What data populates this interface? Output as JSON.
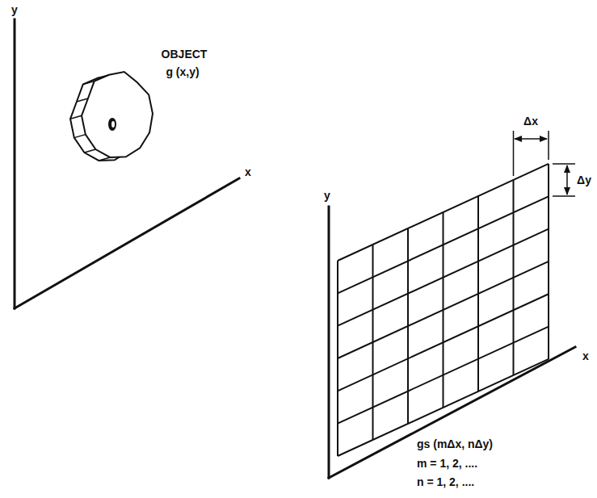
{
  "diagram": {
    "labels": [
      "y",
      "OBJECT",
      "g (x,y)",
      "x",
      "Δx",
      "Δy",
      "y",
      "x",
      "gs (mΔx, nΔy)",
      "m = 1, 2, ....",
      "n = 1, 2, ...."
    ]
  }
}
